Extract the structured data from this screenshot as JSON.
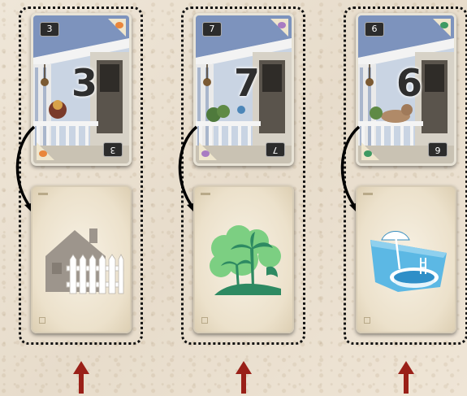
{
  "columns": [
    {
      "house_number": "3",
      "small_number_top": "3",
      "small_number_bottom": "3",
      "leaf_color": "#e9863b",
      "effect": "fence",
      "effect_icon": "fence-icon"
    },
    {
      "house_number": "7",
      "small_number_top": "7",
      "small_number_bottom": "7",
      "leaf_color": "#a87bc2",
      "effect": "landscaping",
      "effect_icon": "palm-trees-icon"
    },
    {
      "house_number": "6",
      "small_number_top": "6",
      "small_number_bottom": "6",
      "leaf_color": "#3e9a62",
      "effect": "pool",
      "effect_icon": "pool-icon"
    }
  ],
  "colors": {
    "frame": "#111111",
    "arrow_up": "#9a2018",
    "curved_arrow": "#000000"
  }
}
